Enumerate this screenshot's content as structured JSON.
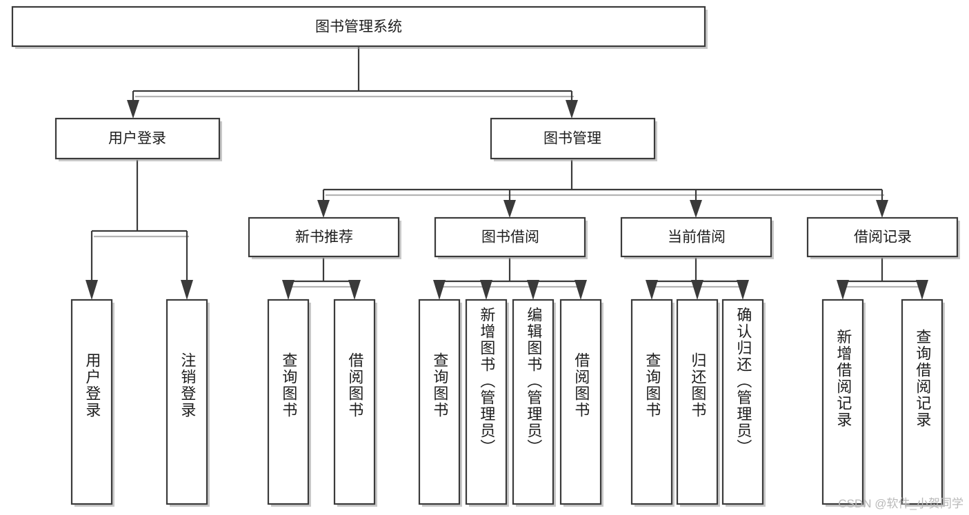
{
  "diagram": {
    "title": "图书管理系统",
    "type": "功能结构图",
    "root": {
      "id": "root",
      "label": "图书管理系统",
      "level": 0
    },
    "level2": [
      {
        "id": "user-login",
        "label": "用户登录"
      },
      {
        "id": "book-manage",
        "label": "图书管理"
      }
    ],
    "level3": [
      {
        "id": "new-book-rec",
        "label": "新书推荐",
        "parent": "book-manage"
      },
      {
        "id": "book-borrow",
        "label": "图书借阅",
        "parent": "book-manage"
      },
      {
        "id": "current-borrow",
        "label": "当前借阅",
        "parent": "book-manage"
      },
      {
        "id": "borrow-record",
        "label": "借阅记录",
        "parent": "book-manage"
      }
    ],
    "leaves": [
      {
        "id": "leaf-user-login",
        "label": "用户登录",
        "parent": "user-login"
      },
      {
        "id": "leaf-logout",
        "label": "注销登录",
        "parent": "user-login"
      },
      {
        "id": "leaf-query-book-1",
        "label": "查询图书",
        "parent": "new-book-rec"
      },
      {
        "id": "leaf-borrow-book-1",
        "label": "借阅图书",
        "parent": "new-book-rec"
      },
      {
        "id": "leaf-query-book-2",
        "label": "查询图书",
        "parent": "book-borrow"
      },
      {
        "id": "leaf-add-book",
        "label": "新增图书（管理员）",
        "parent": "book-borrow"
      },
      {
        "id": "leaf-edit-book",
        "label": "编辑图书（管理员）",
        "parent": "book-borrow"
      },
      {
        "id": "leaf-borrow-book-2",
        "label": "借阅图书",
        "parent": "book-borrow"
      },
      {
        "id": "leaf-query-book-3",
        "label": "查询图书",
        "parent": "current-borrow"
      },
      {
        "id": "leaf-return-book",
        "label": "归还图书",
        "parent": "current-borrow"
      },
      {
        "id": "leaf-confirm-return",
        "label": "确认归还（管理员）",
        "parent": "current-borrow"
      },
      {
        "id": "leaf-add-record",
        "label": "新增借阅记录",
        "parent": "borrow-record"
      },
      {
        "id": "leaf-query-record",
        "label": "查询借阅记录",
        "parent": "borrow-record"
      }
    ],
    "colors": {
      "box_fill": "#ffffff",
      "box_stroke": "#3a3a3a",
      "text": "#1d1d1d",
      "shadow": "#9a9a9a",
      "background": "#ffffff",
      "watermark": "#b9b9b9"
    }
  },
  "watermark": {
    "text": "CSDN @软件_小贺同学"
  }
}
